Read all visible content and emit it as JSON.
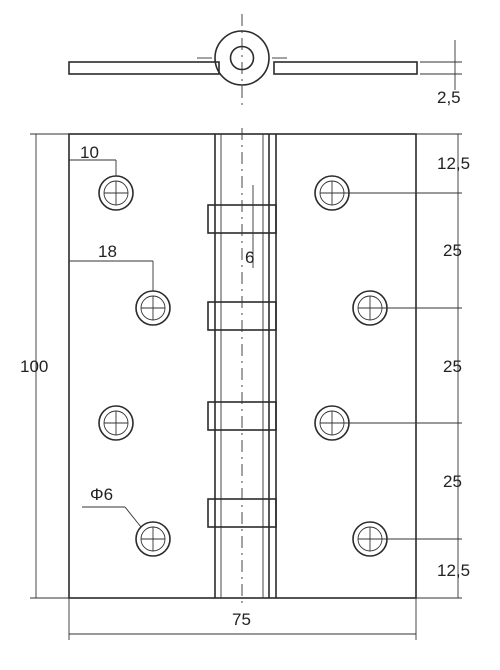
{
  "drawing": {
    "dimensions": {
      "thickness": "2,5",
      "top_margin": "12,5",
      "spacing_1": "25",
      "spacing_2": "25",
      "spacing_3": "25",
      "bottom_margin": "12,5",
      "height": "100",
      "width": "75",
      "left_edge_offset": "10",
      "inner_offset": "18",
      "knuckle_diameter": "6",
      "hole_diameter": "Φ6"
    }
  }
}
